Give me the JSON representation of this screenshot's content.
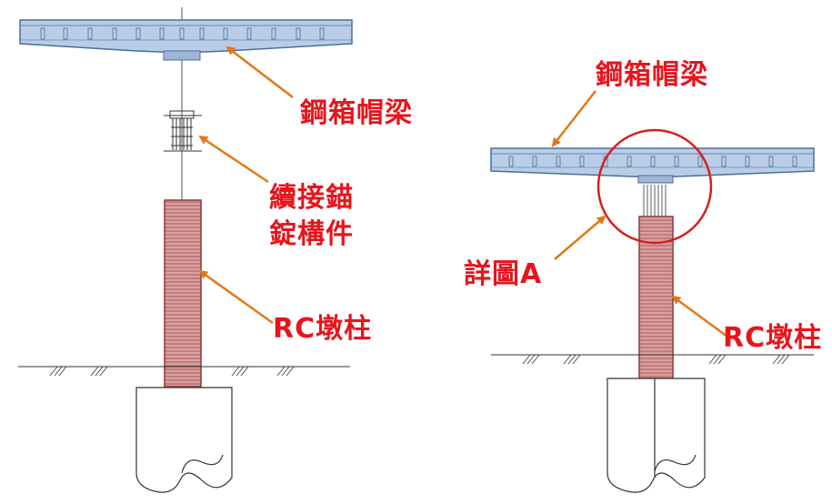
{
  "left_diagram": {
    "labels": {
      "steel_cap_beam": "鋼箱帽梁",
      "splice_anchor_line1": "續接錨",
      "splice_anchor_line2": "錠構件",
      "rc_pier": "RC墩柱"
    }
  },
  "right_diagram": {
    "labels": {
      "steel_cap_beam": "鋼箱帽梁",
      "detail_a": "詳圖A",
      "rc_pier": "RC墩柱"
    }
  },
  "colors": {
    "beam_fill": "#b9cde6",
    "beam_stroke": "#4a6f9c",
    "pier_fill": "#d9a0a0",
    "pier_stroke": "#8a3a3a",
    "arrow": "#e07818",
    "label_text": "#e8141c",
    "circle": "#d81e1e"
  }
}
